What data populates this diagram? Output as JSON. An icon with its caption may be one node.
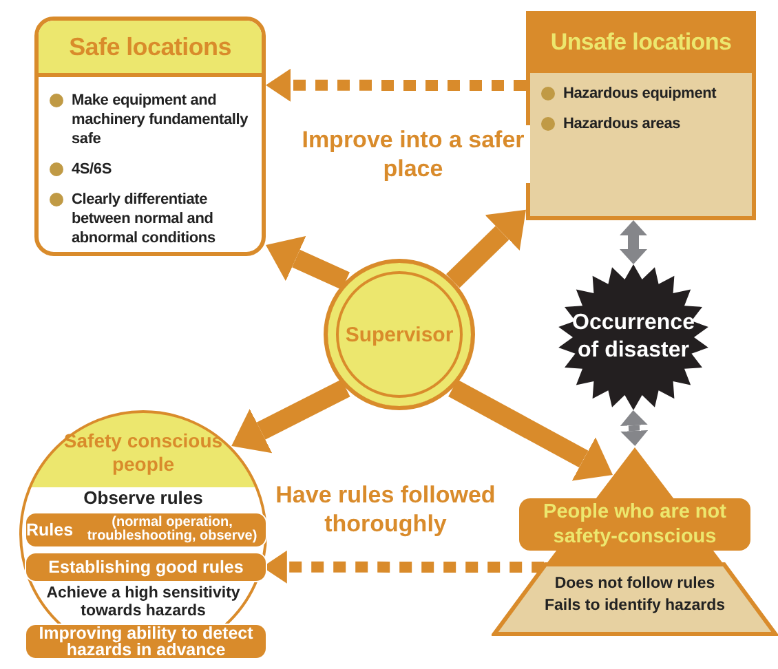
{
  "diagram": {
    "nodes": [
      {
        "text": [
          "Safe locations",
          "Make equipment and machinery fundamentally safe",
          "4S/6S",
          "Clearly differentiate between normal and abnormal conditions"
        ]
      },
      {
        "text": [
          "Unsafe locations",
          "Hazardous equipment",
          "Hazardous areas"
        ]
      },
      {
        "text": [
          "Supervisor"
        ]
      },
      {
        "text": [
          "Occurrence of disaster"
        ]
      },
      {
        "text": [
          "People who are not safety-conscious",
          "Does not follow rules Fails to identify hazards"
        ]
      },
      {
        "text": [
          "Safety conscious people",
          "Observe rules",
          "Achieve a high sensitivity towards hazards"
        ]
      },
      {
        "text": [
          "Rules",
          "(normal operation, troubleshooting, observe)"
        ],
        "in": 5
      },
      {
        "text": [
          "Establishing good rules"
        ],
        "in": 5
      },
      {
        "text": [
          "Improving ability to detect hazards in advance"
        ],
        "in": 5
      }
    ],
    "edges": [
      {
        "from": 1,
        "to": 0,
        "arrow": "to",
        "style": "dashed",
        "label": "Improve into a safer place"
      },
      {
        "from": 2,
        "to": 0,
        "arrow": "to"
      },
      {
        "from": 2,
        "to": 1,
        "arrow": "to"
      },
      {
        "from": 2,
        "to": 5,
        "arrow": "to"
      },
      {
        "from": 2,
        "to": 4,
        "arrow": "to"
      },
      {
        "from": 4,
        "to": 5,
        "arrow": "to",
        "style": "dashed",
        "label": "Have rules followed thoroughly"
      },
      {
        "from": 3,
        "to": 1,
        "arrow": "both",
        "color": "#85868a"
      },
      {
        "from": 3,
        "to": 4,
        "arrow": "both",
        "color": "#85868a"
      }
    ]
  }
}
